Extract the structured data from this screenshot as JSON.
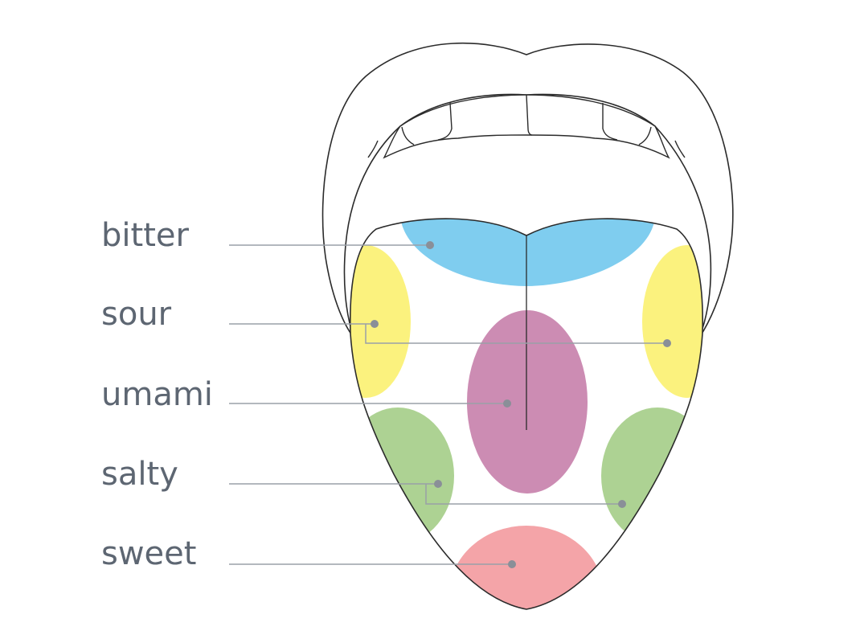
{
  "labels": {
    "bitter": "bitter",
    "sour": "sour",
    "umami": "umami",
    "salty": "salty",
    "sweet": "sweet"
  },
  "colors": {
    "bitter": "#7fcdef",
    "sour": "#fbf27e",
    "umami": "#cc8cb3",
    "salty": "#add293",
    "sweet": "#f4a4a8",
    "outline": "#2b2b2b",
    "leader": "#9aa0a8",
    "dot": "#8a8f98",
    "label": "#5d6672"
  }
}
